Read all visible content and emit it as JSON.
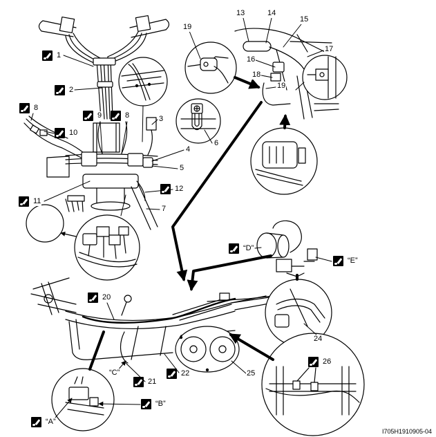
{
  "figure": {
    "callouts": {
      "n1": "1",
      "n2": "2",
      "n3": "3",
      "n4": "4",
      "n5": "5",
      "n6": "6",
      "n7": "7",
      "n8_left": "8",
      "n8_center": "8",
      "n9": "9",
      "n10": "10",
      "n11": "11",
      "n12": "12",
      "n13": "13",
      "n14": "14",
      "n15": "15",
      "n16": "16",
      "n17": "17",
      "n18": "18",
      "n19_top": "19",
      "n19_right": "19",
      "n20": "20",
      "n21": "21",
      "n22": "22",
      "n24": "24",
      "n25": "25",
      "n26": "26"
    },
    "views": {
      "a": "“A”",
      "b": "“B”",
      "c": "“C”",
      "d": "“D”",
      "e": "“E”"
    },
    "figure_id": "I705H1910905-04"
  },
  "icons": {
    "marker": "pen-marker-icon"
  },
  "colors": {
    "line": "#000000",
    "background": "#ffffff"
  }
}
